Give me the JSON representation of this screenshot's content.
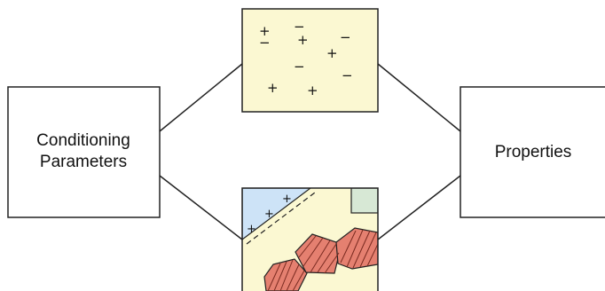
{
  "diagram": {
    "left_box": {
      "lines": [
        "Conditioning",
        "Parameters"
      ]
    },
    "right_box": {
      "label": "Properties"
    },
    "top_panel": {
      "signs": [
        "+",
        "−",
        "−",
        "+",
        "−",
        "+",
        "−",
        "−",
        "+",
        "+"
      ]
    },
    "bottom_panel": {
      "interface_signs": [
        "+",
        "+",
        "+"
      ]
    },
    "colors": {
      "panel_fill": "#fbf8d2",
      "liquid_fill": "#cde3f7",
      "corner_square_fill": "#d7e8d5",
      "grain_fill": "#e58070",
      "grain_hatch": "#7a2a20",
      "stroke": "#222222"
    }
  }
}
